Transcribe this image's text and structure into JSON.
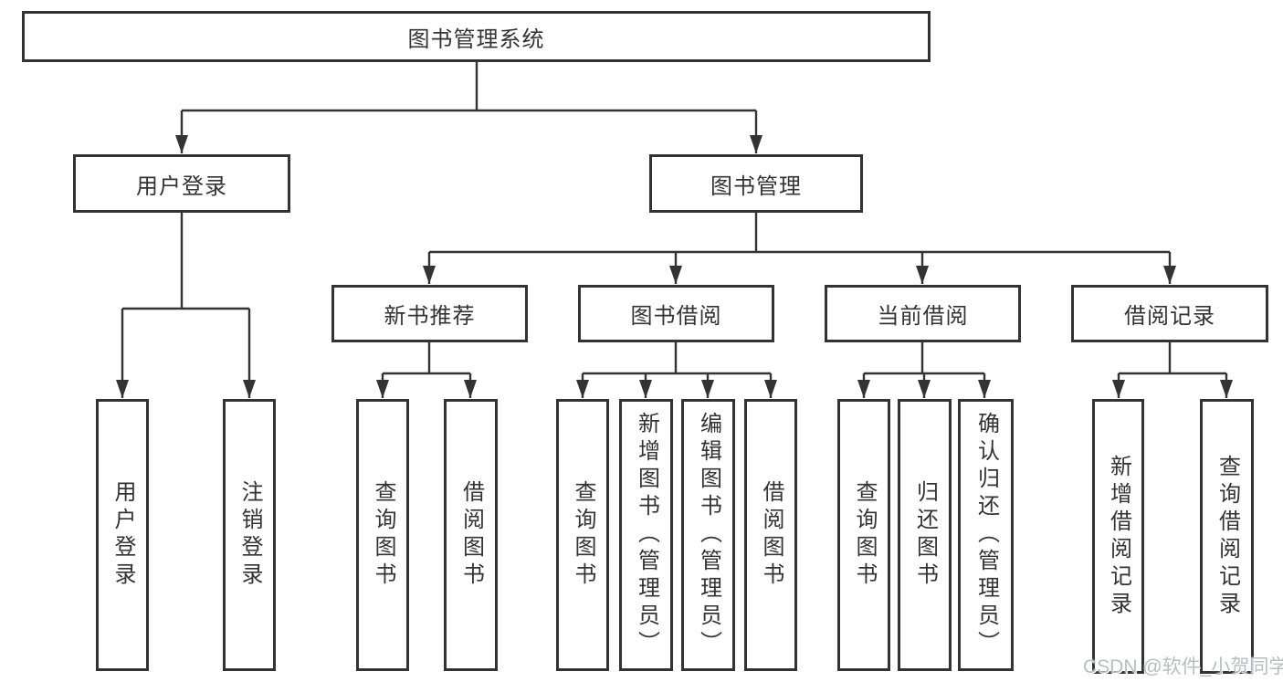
{
  "watermark": "CSDN @软件_小贺同学",
  "colors": {
    "line": "#333333",
    "box_border": "#333333",
    "text": "#333333",
    "background": "#ffffff",
    "watermark_text": "#b9bdc2"
  },
  "tree": {
    "label": "图书管理系统",
    "children": [
      {
        "label": "用户登录",
        "children": [
          {
            "label": "用户登录"
          },
          {
            "label": "注销登录"
          }
        ]
      },
      {
        "label": "图书管理",
        "children": [
          {
            "label": "新书推荐",
            "children": [
              {
                "label": "查询图书"
              },
              {
                "label": "借阅图书"
              }
            ]
          },
          {
            "label": "图书借阅",
            "children": [
              {
                "label": "查询图书"
              },
              {
                "label": "新增图书（管理员）"
              },
              {
                "label": "编辑图书（管理员）"
              },
              {
                "label": "借阅图书"
              }
            ]
          },
          {
            "label": "当前借阅",
            "children": [
              {
                "label": "查询图书"
              },
              {
                "label": "归还图书"
              },
              {
                "label": "确认归还（管理员）"
              }
            ]
          },
          {
            "label": "借阅记录",
            "children": [
              {
                "label": "新增借阅记录"
              },
              {
                "label": "查询借阅记录"
              }
            ]
          }
        ]
      }
    ]
  }
}
